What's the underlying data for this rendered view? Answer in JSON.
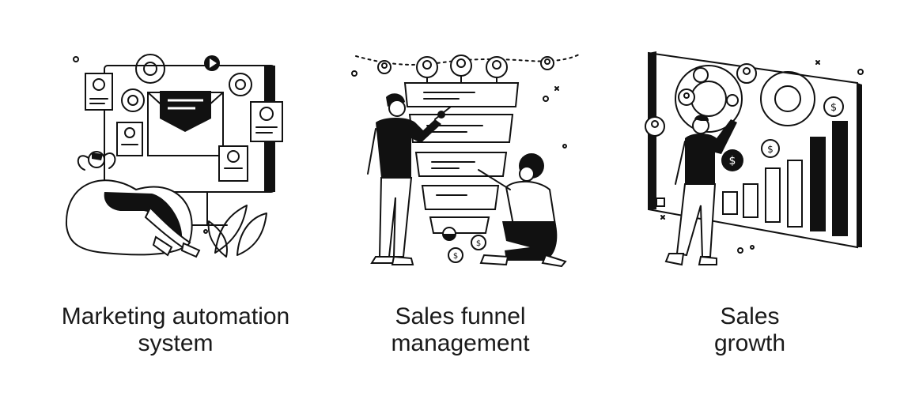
{
  "panels": [
    {
      "caption_line1": "Marketing automation",
      "caption_line2": "system",
      "illustration": "marketing-automation-illustration"
    },
    {
      "caption_line1": "Sales funnel",
      "caption_line2": "management",
      "illustration": "sales-funnel-illustration"
    },
    {
      "caption_line1": "Sales",
      "caption_line2": "growth",
      "illustration": "sales-growth-illustration"
    }
  ],
  "colors": {
    "ink": "#111111",
    "background": "#ffffff"
  }
}
